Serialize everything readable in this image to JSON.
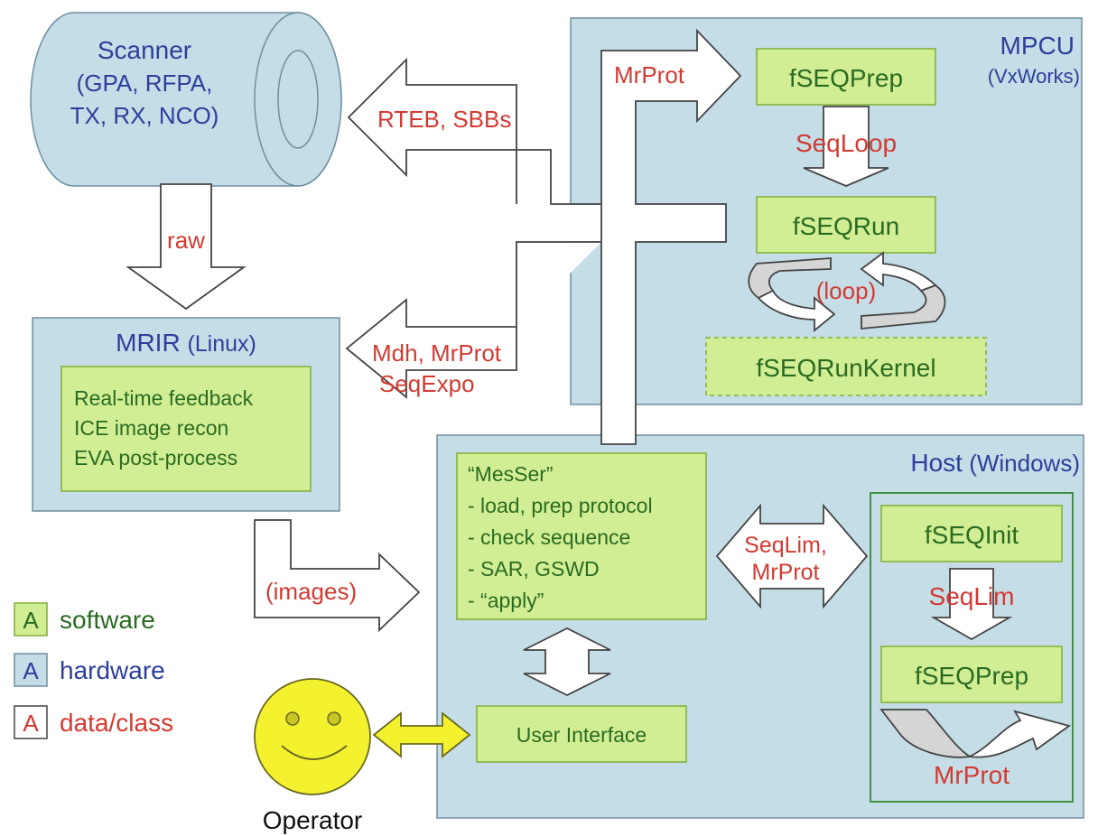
{
  "scanner": {
    "title": "Scanner",
    "lines": [
      "(GPA, RFPA,",
      "TX, RX, NCO)"
    ]
  },
  "mpcu": {
    "title": "MPCU",
    "os": "(VxWorks)",
    "prep": "fSEQPrep",
    "loop_label": "SeqLoop",
    "run": "fSEQRun",
    "loop": "(loop)",
    "kernel": "fSEQRunKernel"
  },
  "mrir": {
    "title": "MRIR",
    "os": "(Linux)",
    "lines": [
      "Real-time feedback",
      "ICE image recon",
      "EVA post-process"
    ]
  },
  "host": {
    "title": "Host",
    "os": "(Windows)",
    "messer_lines": [
      "“MesSer”",
      "- load, prep protocol",
      "- check sequence",
      "- SAR, GSWD",
      "- “apply”"
    ],
    "ui": "User Interface",
    "init": "fSEQInit",
    "seqlim": "SeqLim",
    "prep": "fSEQPrep",
    "mrprot": "MrProt"
  },
  "flows": {
    "mrprot_top": "MrProt",
    "rteb": "RTEB, SBBs",
    "raw": "raw",
    "mdh": "Mdh, MrProt",
    "seqexpo": "SeqExpo",
    "images": "(images)",
    "seqlim_a": "SeqLim,",
    "seqlim_b": "MrProt"
  },
  "legend": [
    {
      "glyph": "A",
      "label": "software",
      "kind": "software"
    },
    {
      "glyph": "A",
      "label": "hardware",
      "kind": "hardware"
    },
    {
      "glyph": "A",
      "label": "data/class",
      "kind": "data"
    }
  ],
  "operator": "Operator",
  "colors": {
    "software_fill": "#d2ee94",
    "hardware_fill": "#c5dde6",
    "data_text": "#d23a32",
    "hardware_text": "#2c3f9c",
    "software_text": "#2a6b22"
  }
}
